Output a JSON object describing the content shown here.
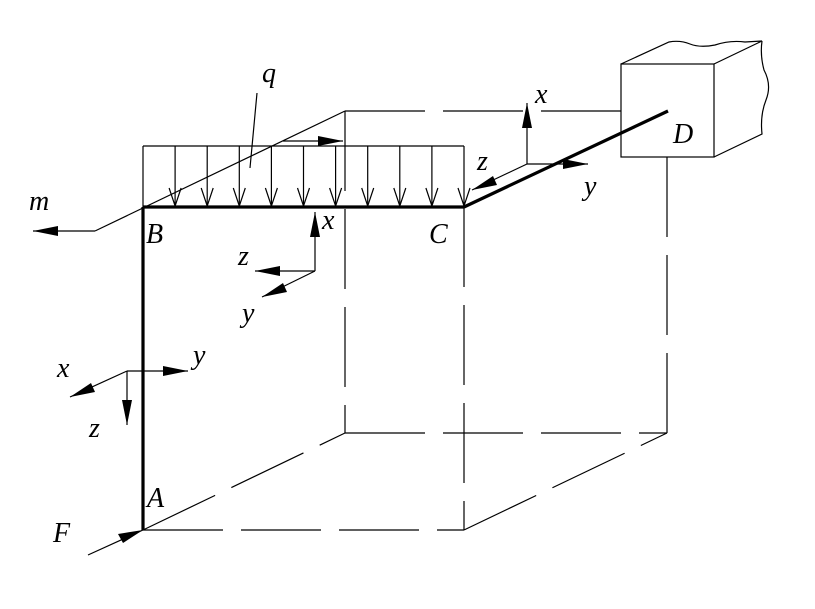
{
  "diagram": {
    "points": {
      "A": "A",
      "B": "B",
      "C": "C",
      "D": "D"
    },
    "loads": {
      "distributed": "q",
      "moment": "m",
      "force": "F"
    },
    "axes": {
      "segment_AB": {
        "x": "x",
        "y": "y",
        "z": "z"
      },
      "segment_BC": {
        "x": "x",
        "y": "y",
        "z": "z"
      },
      "segment_CD": {
        "x": "x",
        "y": "y",
        "z": "z"
      }
    }
  }
}
